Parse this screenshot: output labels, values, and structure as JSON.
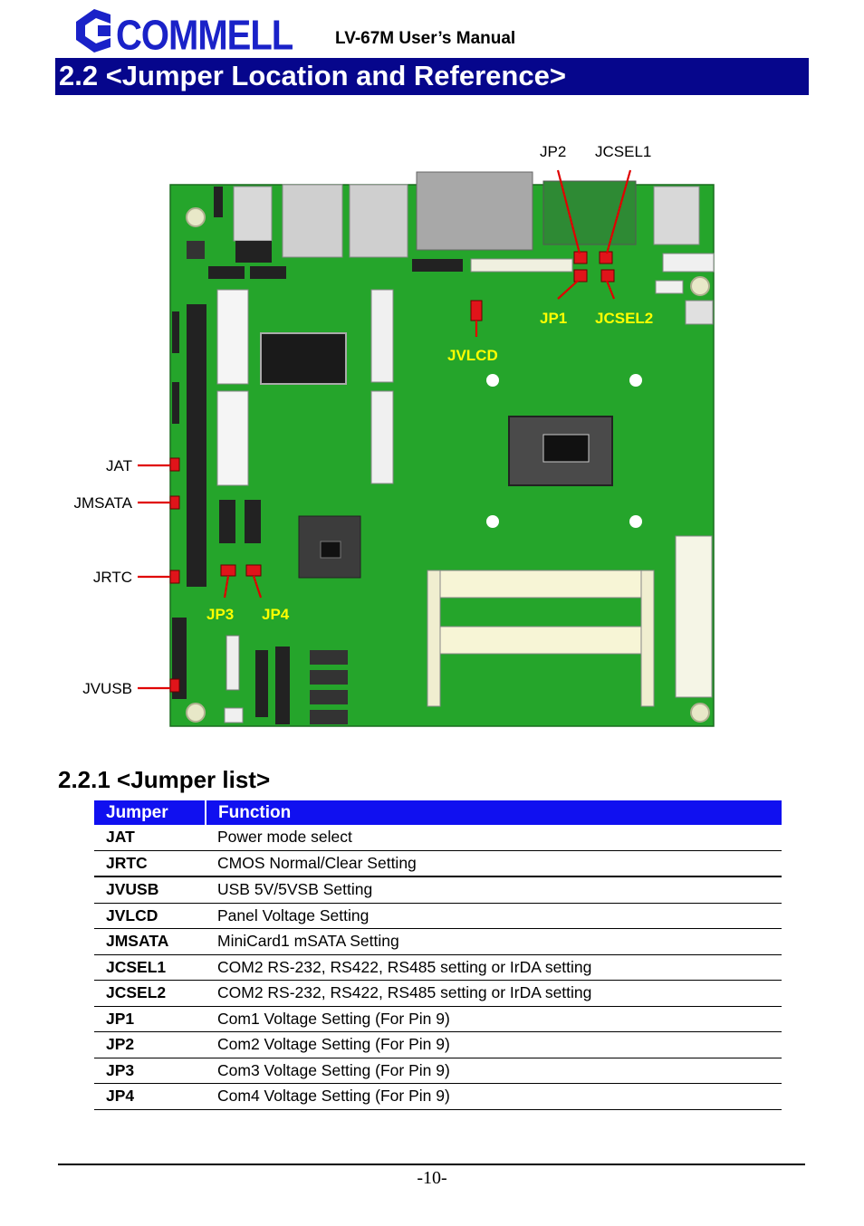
{
  "header": {
    "logo_text": "COMMELL",
    "manual_title": "LV-67M User’s Manual"
  },
  "section": {
    "title": "2.2 <Jumper Location and Reference>"
  },
  "board": {
    "callouts": {
      "jp2": "JP2",
      "jcsel1": "JCSEL1",
      "jp1": "JP1",
      "jcsel2": "JCSEL2",
      "jvlcd": "JVLCD",
      "jat": "JAT",
      "jmsata": "JMSATA",
      "jrtc": "JRTC",
      "jp3": "JP3",
      "jp4": "JP4",
      "jvusb": "JVUSB"
    },
    "colors": {
      "pcb": "#25a52b",
      "jumper": "#e0141a",
      "yellow_label": "#ffff00",
      "callout_line": "#e00000"
    }
  },
  "jumper_list": {
    "title": "2.2.1 <Jumper list>",
    "headers": [
      "Jumper",
      "Function"
    ],
    "rows": [
      {
        "jumper": "JAT",
        "function": "Power mode select"
      },
      {
        "jumper": "JRTC",
        "function": "CMOS Normal/Clear Setting"
      },
      {
        "jumper": "JVUSB",
        "function": "USB 5V/5VSB Setting"
      },
      {
        "jumper": "JVLCD",
        "function": "Panel Voltage Setting"
      },
      {
        "jumper": "JMSATA",
        "function": "MiniCard1 mSATA Setting"
      },
      {
        "jumper": "JCSEL1",
        "function": "COM2 RS-232, RS422, RS485 setting or IrDA setting"
      },
      {
        "jumper": "JCSEL2",
        "function": "COM2 RS-232, RS422, RS485 setting or IrDA setting"
      },
      {
        "jumper": "JP1",
        "function": "Com1 Voltage Setting (For Pin 9)"
      },
      {
        "jumper": "JP2",
        "function": "Com2 Voltage Setting (For Pin 9)"
      },
      {
        "jumper": "JP3",
        "function": "Com3 Voltage Setting (For Pin 9)"
      },
      {
        "jumper": "JP4",
        "function": "Com4 Voltage Setting (For Pin 9)"
      }
    ]
  },
  "footer": {
    "page_number": "-10-"
  }
}
